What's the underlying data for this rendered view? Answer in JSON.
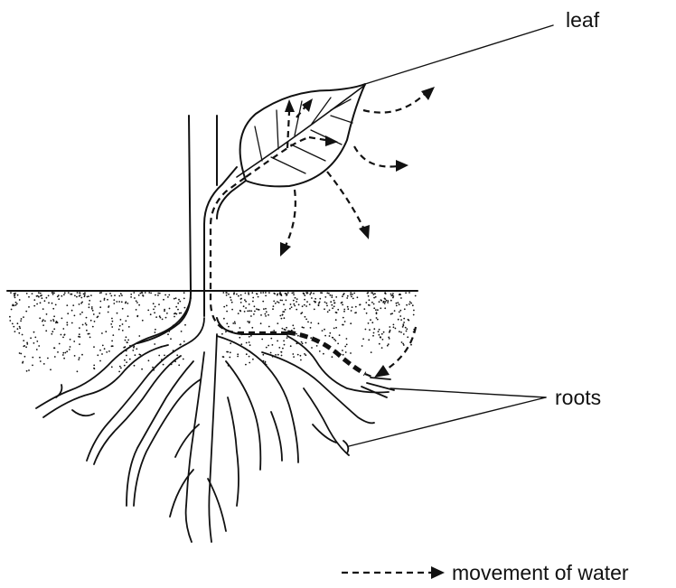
{
  "labels": {
    "leaf": "leaf",
    "roots": "roots"
  },
  "legend": {
    "text": "movement of water"
  }
}
